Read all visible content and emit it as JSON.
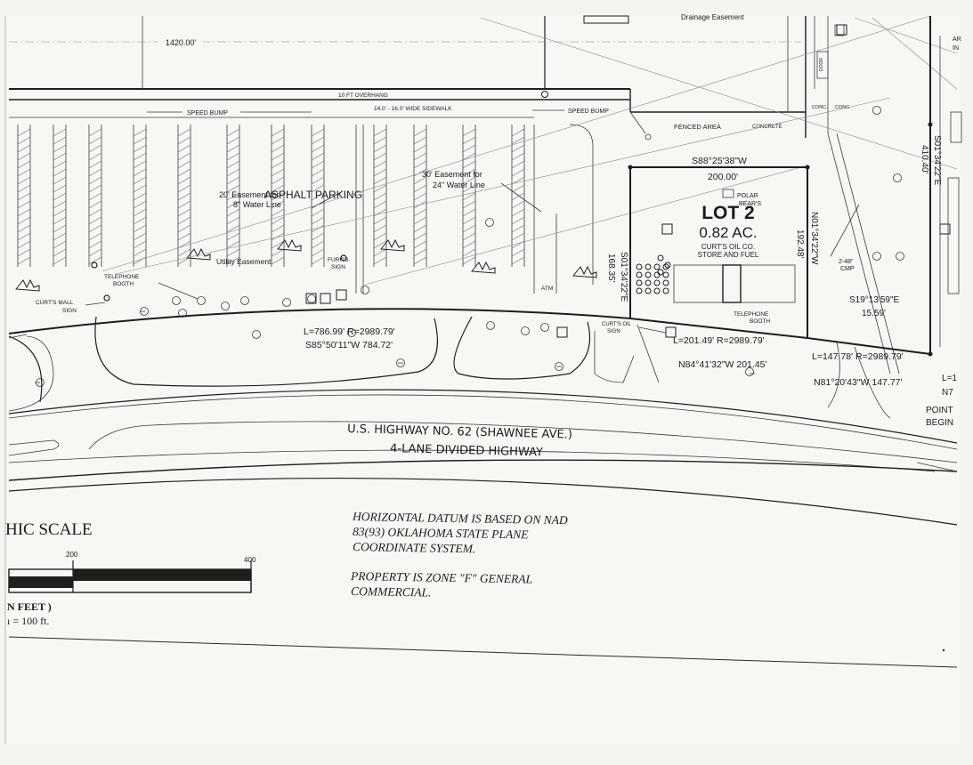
{
  "plat": {
    "top_dimension": "1420.00'",
    "drainage_easement": "Drainage Easement",
    "overhang": "10 FT OVERHANG",
    "sidewalk": "14.0' - 16.0' WIDE SIDEWALK",
    "speed_bump_left": "SPEED BUMP",
    "speed_bump_right": "SPEED BUMP",
    "fenced_area": "FENCED AREA",
    "concrete": "CONCRETE",
    "conc_1": "CONC.",
    "conc_2": "CONC.",
    "door_label": "DOOR",
    "asphalt_parking": "ASPHALT PARKING",
    "easement_water_8_a": "20' Easement for",
    "easement_water_8_b": "8\" Water Line",
    "easement_water_24_a": "30' Easement for",
    "easement_water_24_b": "24\" Water Line",
    "utility_easement": "Utility Easement",
    "furrs_sign_a": "FURR'S",
    "furrs_sign_b": "SIGN",
    "telephone_booth_left_a": "TELEPHONE",
    "telephone_booth_left_b": "BOOTH",
    "curts_mall_sign_a": "CURT'S MALL",
    "curts_mall_sign_b": "SIGN",
    "atm": "ATM",
    "curts_oil_sign_a": "CURT'S OIL",
    "curts_oil_sign_b": "SIGN",
    "telephone_booth_right_a": "TELEPHONE",
    "telephone_booth_right_b": "BOOTH",
    "polar_bears_a": "POLAR",
    "polar_bears_b": "BEAR'S",
    "lot_title": "LOT 2",
    "lot_area": "0.82 AC.",
    "lot_desc_a": "CURT'S OIL CO.",
    "lot_desc_b": "STORE AND FUEL",
    "bearing_north": "S88°25'38\"W",
    "dist_north": "200.00'",
    "bearing_west": "S01°34'22\"E",
    "dist_west": "168.35'",
    "bearing_east": "N01°34'22\"W",
    "dist_east": "192.48'",
    "bearing_far_east": "S01°34'22\"E",
    "dist_far_east": "410.40'",
    "bearing_s19": "S19°13'59\"E",
    "dist_s19": "15.59'",
    "cmp_a": "2-48\"",
    "cmp_b": "CMP",
    "curve1_a": "L=786.99' R=2989.79'",
    "curve1_b": "S85°50'11\"W 784.72'",
    "curve2_a": "L=201.49' R=2989.79'",
    "curve2_b": "N84°41'32\"W 201.45'",
    "curve3_a": "L=147.78' R=2989.79'",
    "curve3_b": "N81°20'43\"W 147.77'",
    "cut_l": "L=1",
    "cut_n7": "N7",
    "cut_point": "POINT",
    "cut_begin": "BEGIN",
    "cut_ar": "AR",
    "cut_in": "IN",
    "highway_name": "U.S. HIGHWAY NO. 62 (SHAWNEE AVE.)",
    "highway_type": "4-LANE DIVIDED HIGHWAY"
  },
  "scale": {
    "title": "HIC SCALE",
    "tick_200": "200",
    "tick_400": "400",
    "units": "N FEET )",
    "ratio": "ı = 100 ft."
  },
  "notes": {
    "datum_1": "HORIZONTAL DATUM IS BASED ON NAD",
    "datum_2": "83(93) OKLAHOMA STATE PLANE",
    "datum_3": "COORDINATE SYSTEM.",
    "zone_1": "PROPERTY IS ZONE \"F\" GENERAL",
    "zone_2": "COMMERCIAL."
  }
}
